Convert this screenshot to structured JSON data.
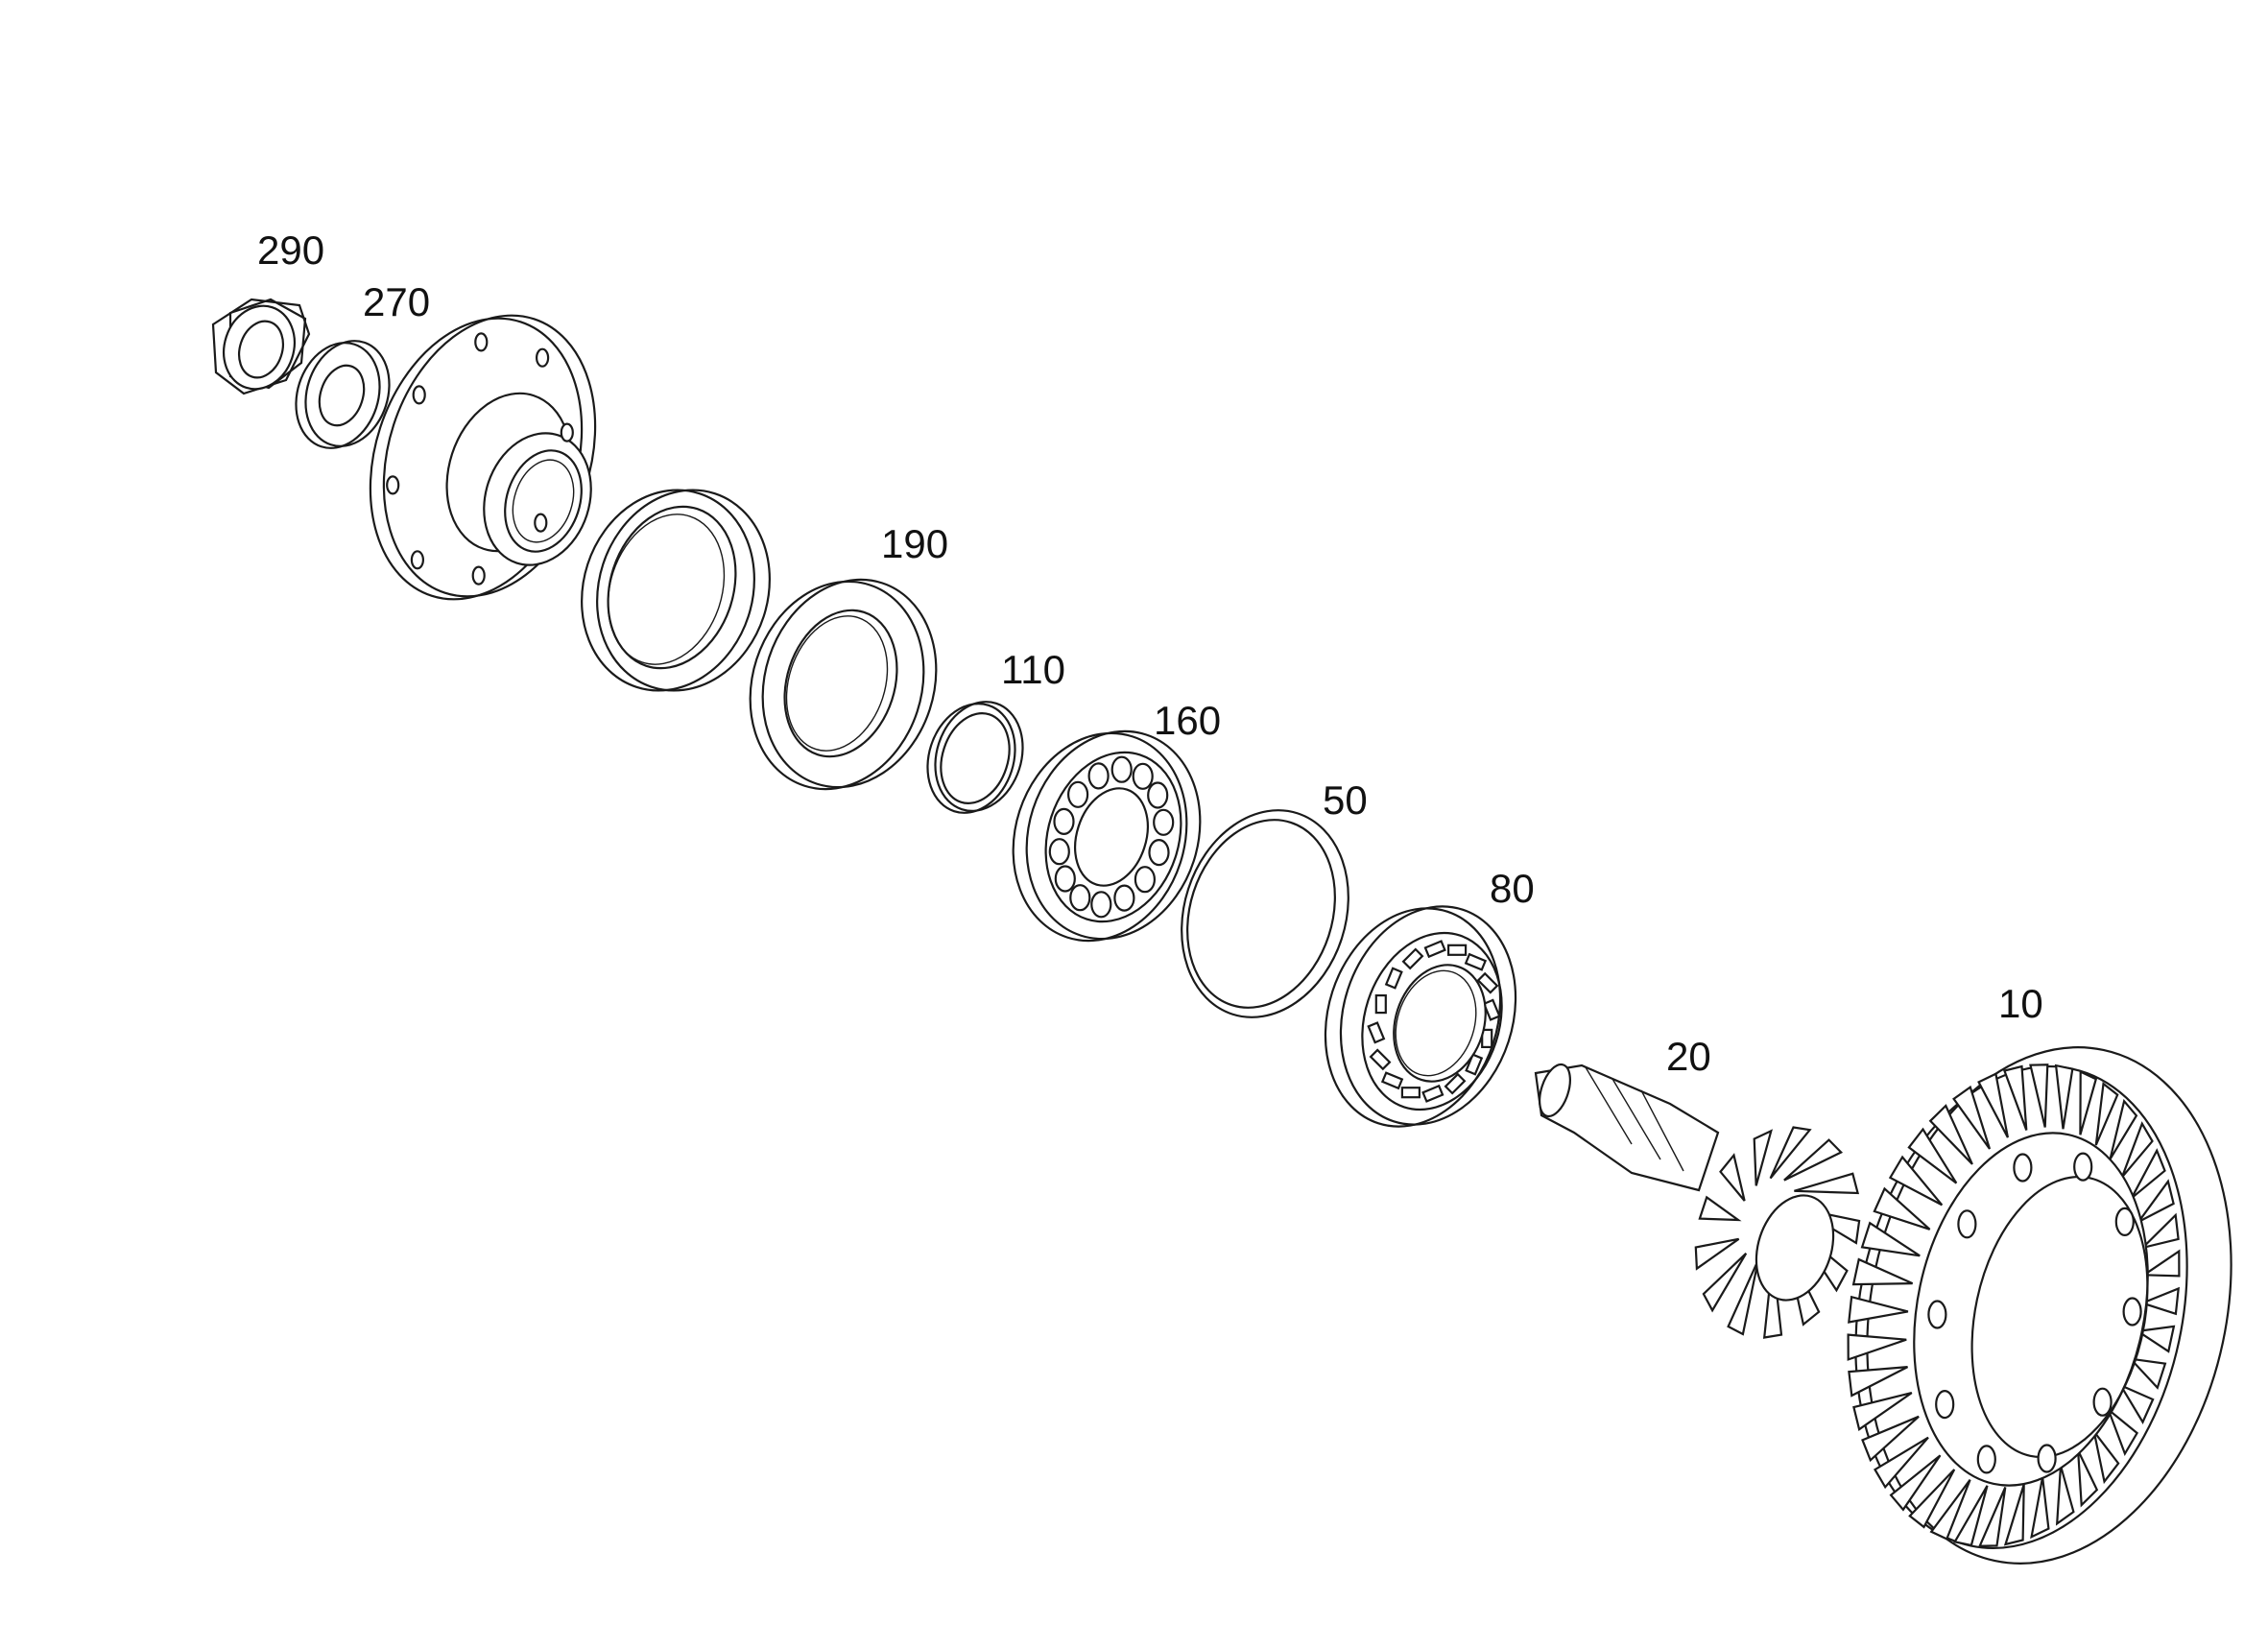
{
  "diagram": {
    "parts": [
      {
        "key": "p290",
        "label": "290",
        "component": "hex-nut"
      },
      {
        "key": "p270",
        "label": "270",
        "component": "washer"
      },
      {
        "key": "pflange",
        "label": "",
        "component": "drive-flange"
      },
      {
        "key": "pseal",
        "label": "",
        "component": "shaft-seal"
      },
      {
        "key": "p190",
        "label": "190",
        "component": "seal-ring"
      },
      {
        "key": "p110",
        "label": "110",
        "component": "spacer-sleeve"
      },
      {
        "key": "p160",
        "label": "160",
        "component": "roller-bearing"
      },
      {
        "key": "p50",
        "label": "50",
        "component": "shim-ring"
      },
      {
        "key": "p80",
        "label": "80",
        "component": "tapered-roller-bearing"
      },
      {
        "key": "p20",
        "label": "20",
        "component": "bevel-pinion"
      },
      {
        "key": "p10",
        "label": "10",
        "component": "crown-wheel"
      }
    ]
  },
  "colors": {
    "line": "#1a1a1a",
    "background": "#ffffff"
  }
}
